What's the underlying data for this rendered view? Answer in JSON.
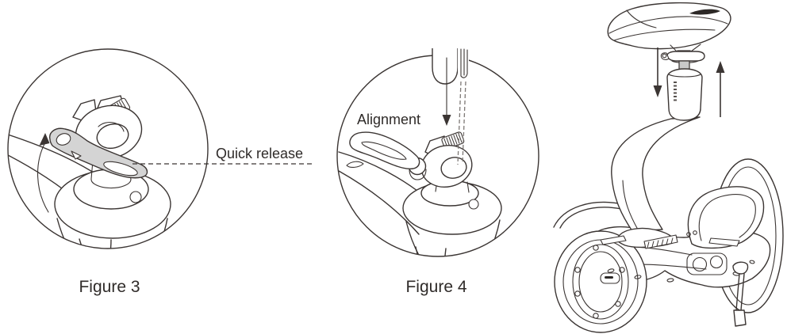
{
  "figure3": {
    "caption": "Figure 3",
    "callout_label": "Quick release"
  },
  "figure4": {
    "caption": "Figure 4",
    "callout_label": "Alignment"
  },
  "colors": {
    "background": "#ffffff",
    "line": "#3b3533",
    "lever_fill": "#d4d4d4",
    "stem_fill": "#c9c9c9",
    "alignment_dash": "#7d7875",
    "text": "#2f2b29",
    "seat_logo_fill": "#2c2826"
  }
}
